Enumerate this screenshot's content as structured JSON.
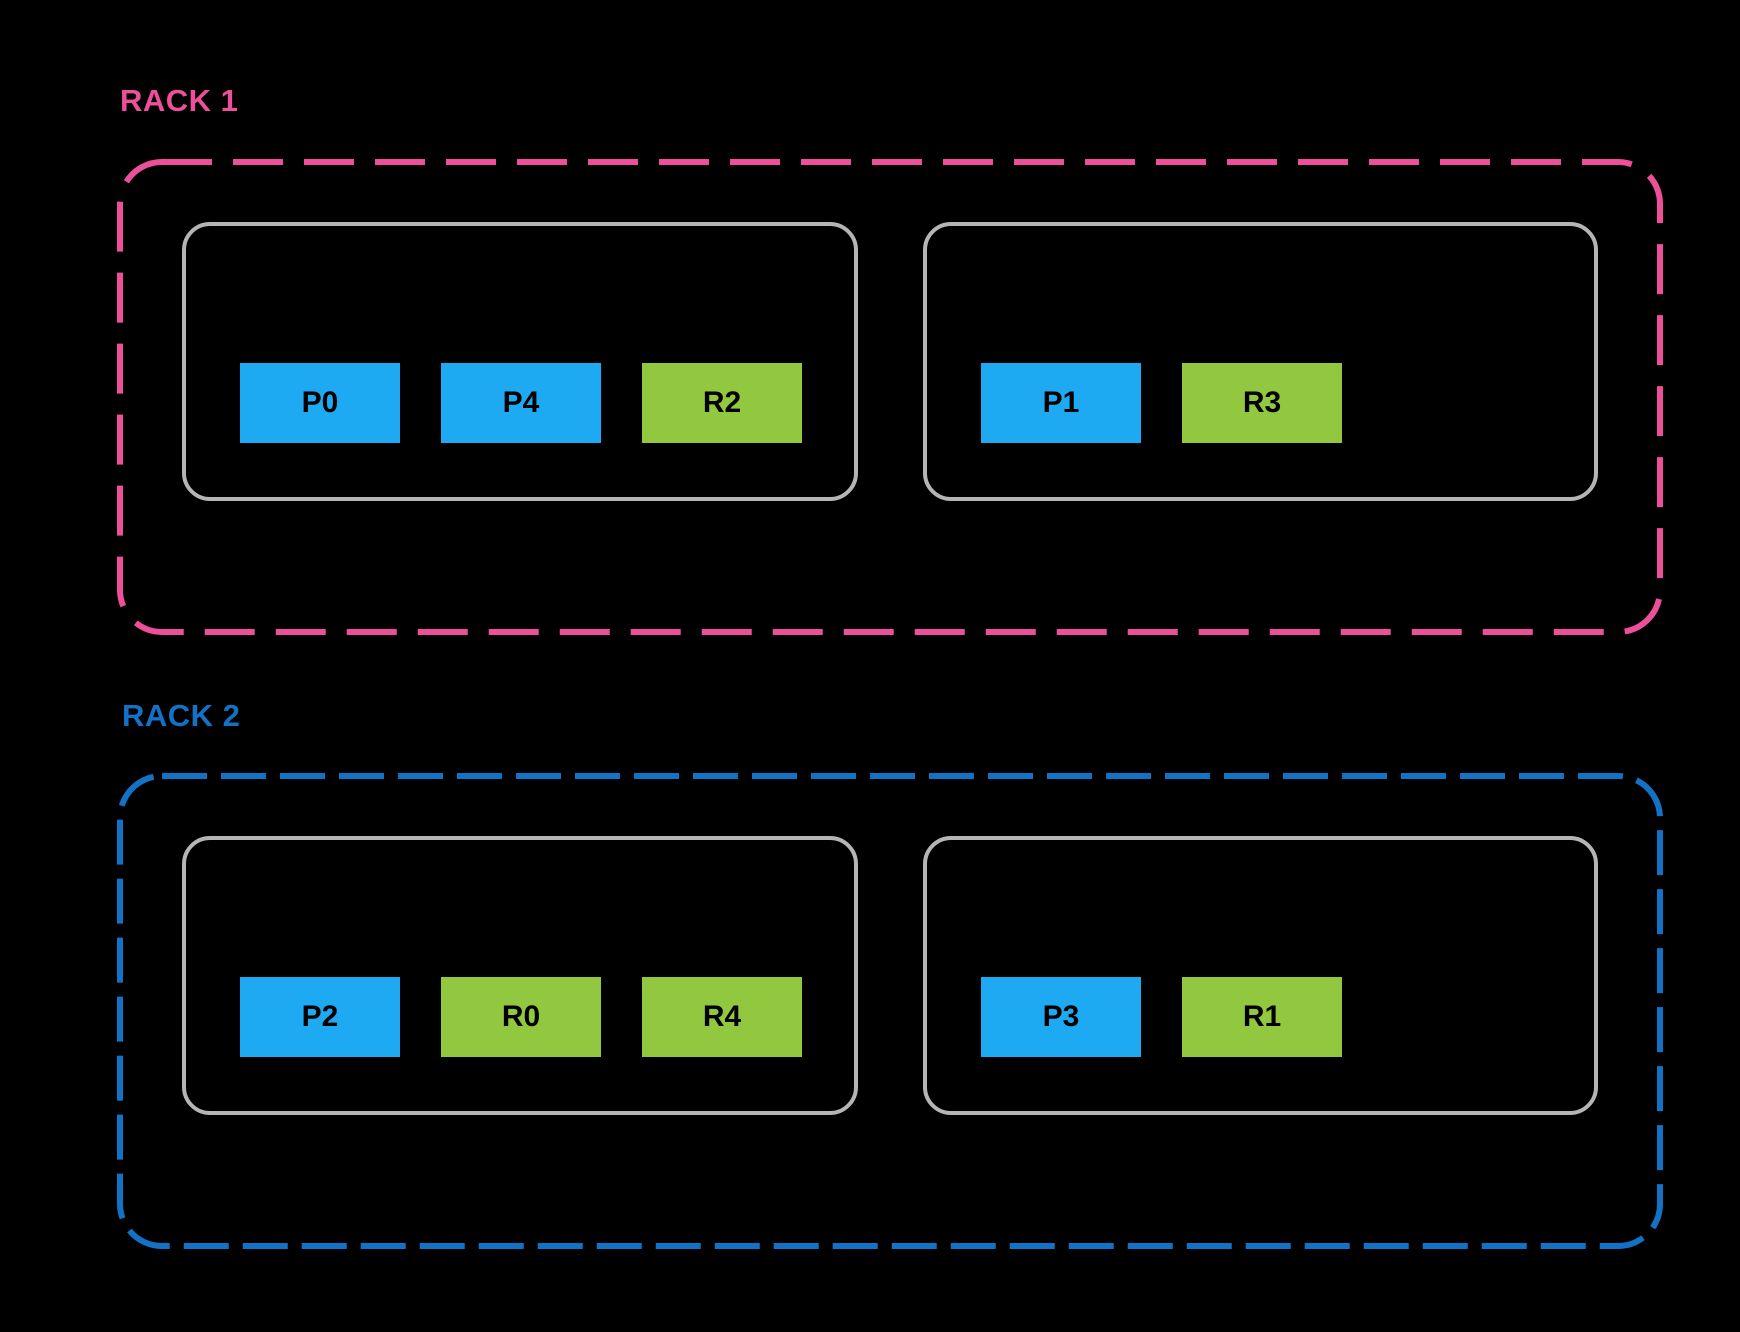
{
  "diagram": {
    "background_color": "#000000",
    "chip_blue": "#1EA9F3",
    "chip_green": "#92C83F",
    "host_border_color": "#B5B5B5"
  },
  "racks": [
    {
      "label": "RACK 1",
      "accent_color": "#EE4F9B",
      "hosts": [
        {
          "chips": [
            {
              "label": "P0",
              "color": "#1EA9F3"
            },
            {
              "label": "P4",
              "color": "#1EA9F3"
            },
            {
              "label": "R2",
              "color": "#92C83F"
            }
          ]
        },
        {
          "chips": [
            {
              "label": "P1",
              "color": "#1EA9F3"
            },
            {
              "label": "R3",
              "color": "#92C83F"
            }
          ]
        }
      ]
    },
    {
      "label": "RACK 2",
      "accent_color": "#1272C5",
      "hosts": [
        {
          "chips": [
            {
              "label": "P2",
              "color": "#1EA9F3"
            },
            {
              "label": "R0",
              "color": "#92C83F"
            },
            {
              "label": "R4",
              "color": "#92C83F"
            }
          ]
        },
        {
          "chips": [
            {
              "label": "P3",
              "color": "#1EA9F3"
            },
            {
              "label": "R1",
              "color": "#92C83F"
            }
          ]
        }
      ]
    }
  ]
}
